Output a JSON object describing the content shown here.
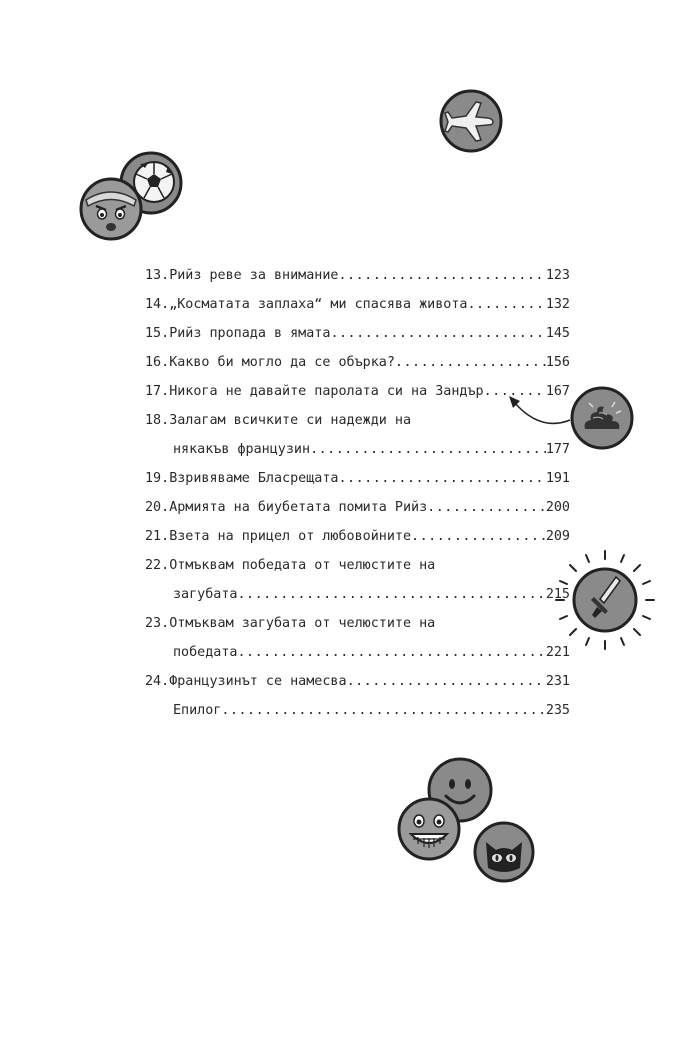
{
  "toc": {
    "entries": [
      {
        "num": "13.",
        "title": "Рийз реве за внимание",
        "page": "123"
      },
      {
        "num": "14.",
        "title": "„Косматата заплаха“ ми спасява живота",
        "page": "132"
      },
      {
        "num": "15.",
        "title": "Рийз пропада в ямата",
        "page": "145"
      },
      {
        "num": "16.",
        "title": "Какво би могло да се обърка?",
        "page": "156"
      },
      {
        "num": "17.",
        "title": "Никога не давайте паролата си на Зандър",
        "page": "167"
      },
      {
        "num": "18.",
        "title": "Залагам всичките си надежди на",
        "cont": "някакъв французин",
        "page": "177"
      },
      {
        "num": "19.",
        "title": "Взривяваме Бласрещата",
        "page": "191"
      },
      {
        "num": "20.",
        "title": "Армията на биубетата помита Рийз",
        "page": "200"
      },
      {
        "num": "21.",
        "title": "Взета на прицел от любовойните",
        "page": "209"
      },
      {
        "num": "22.",
        "title": "Отмъквам победата от челюстите на",
        "cont": "загубата",
        "page": "215"
      },
      {
        "num": "23.",
        "title": "Отмъквам загубата от челюстите на",
        "cont": "победата",
        "page": "221"
      },
      {
        "num": "24.",
        "title": "Французинът се намесва",
        "page": "231"
      },
      {
        "num": "",
        "title": "Епилог",
        "page": "235"
      }
    ]
  },
  "icons": [
    "airplane-icon",
    "soccer-ball-icon",
    "worried-face-icon",
    "poop-icon",
    "sword-icon",
    "smiley-face-icon",
    "grinning-face-icon",
    "cat-face-icon"
  ]
}
